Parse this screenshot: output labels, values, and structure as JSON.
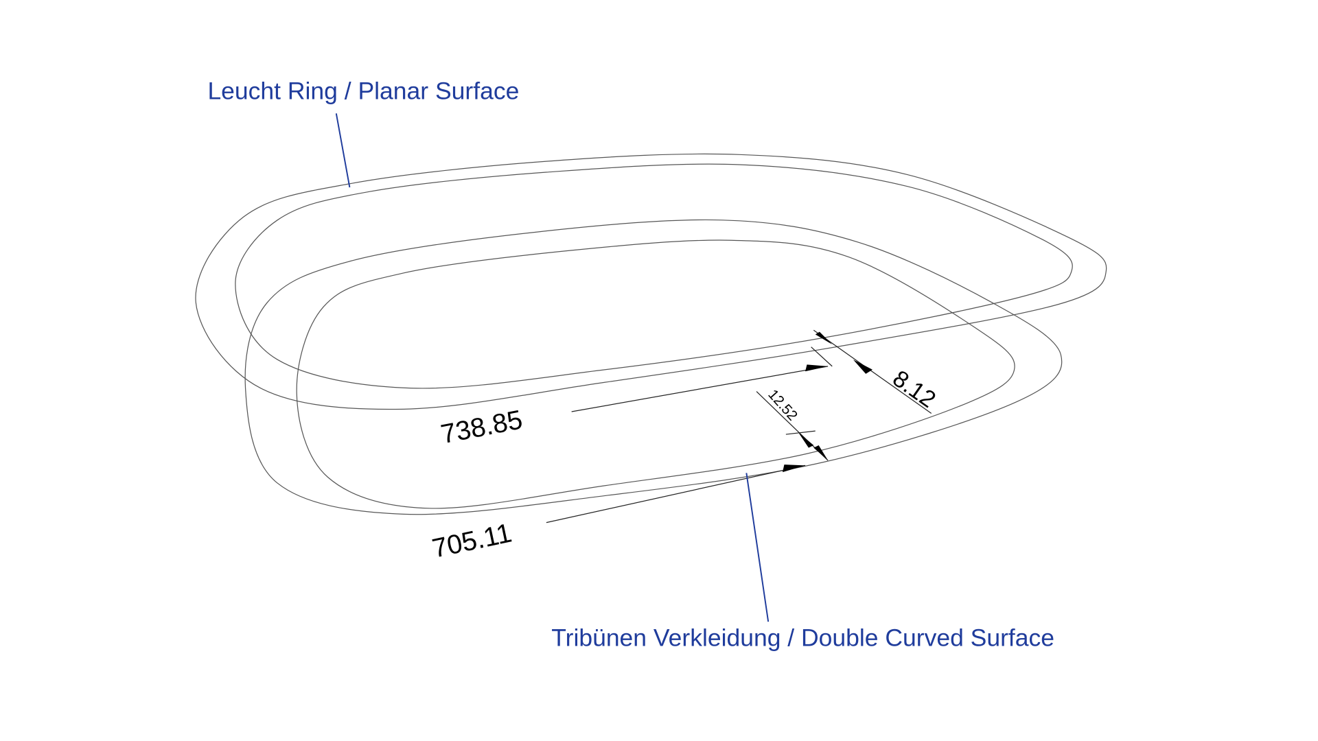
{
  "callouts": {
    "top": "Leucht Ring / Planar Surface",
    "bottom": "Tribünen Verkleidung / Double Curved Surface"
  },
  "dimensions": {
    "ring_length": "738.85",
    "tribune_length": "705.11",
    "ring_width": "8.12",
    "tribune_width": "12.52"
  },
  "colors": {
    "callout": "#1f3c9c",
    "lines": "#555555"
  }
}
